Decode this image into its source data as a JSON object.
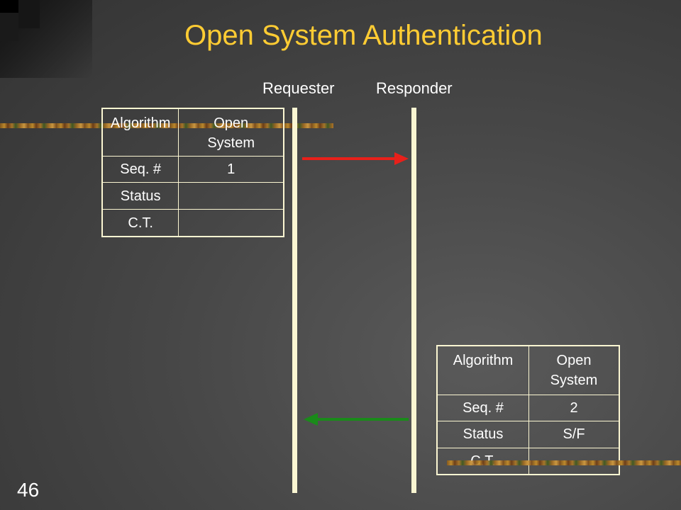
{
  "slide": {
    "title": "Open System Authentication",
    "number": "46"
  },
  "lanes": {
    "requester": "Requester",
    "responder": "Responder"
  },
  "frames": [
    {
      "rows": [
        {
          "field": "Algorithm",
          "value": "Open System"
        },
        {
          "field": "Seq. #",
          "value": "1"
        },
        {
          "field": "Status",
          "value": ""
        },
        {
          "field": "C.T.",
          "value": ""
        }
      ]
    },
    {
      "rows": [
        {
          "field": "Algorithm",
          "value": "Open System"
        },
        {
          "field": "Seq. #",
          "value": "2"
        },
        {
          "field": "Status",
          "value": "S/F"
        },
        {
          "field": "C.T.",
          "value": ""
        }
      ]
    }
  ],
  "messages": [
    {
      "from": "requester",
      "to": "responder",
      "color": "#e8201a"
    },
    {
      "from": "responder",
      "to": "requester",
      "color": "#1a8a1a"
    }
  ],
  "colors": {
    "title": "#ffcc33",
    "line": "#fbf6d2"
  }
}
